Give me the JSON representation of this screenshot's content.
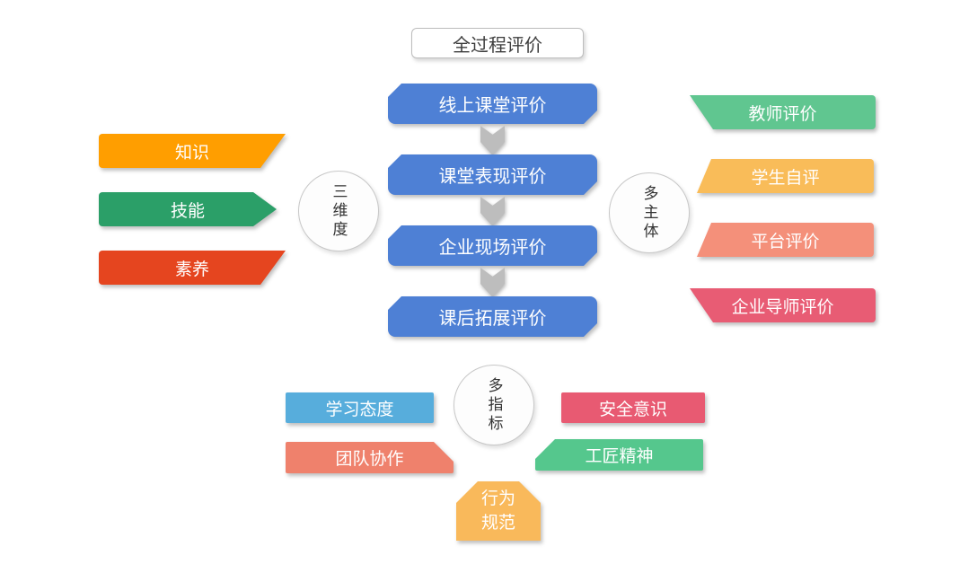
{
  "diagram": {
    "title": "全过程评价",
    "process": {
      "color": "#4E80D5",
      "steps": [
        "线上课堂评价",
        "课堂表现评价",
        "企业现场评价",
        "课后拓展评价"
      ]
    },
    "dimensions": {
      "circle": "三维度",
      "items": [
        {
          "label": "知识",
          "color": "#FF9E00"
        },
        {
          "label": "技能",
          "color": "#2B9F68"
        },
        {
          "label": "素养",
          "color": "#E5451F"
        }
      ]
    },
    "subjects": {
      "circle": "多主体",
      "items": [
        {
          "label": "教师评价",
          "color": "#60C690"
        },
        {
          "label": "学生自评",
          "color": "#F9BC59"
        },
        {
          "label": "平台评价",
          "color": "#F4907A"
        },
        {
          "label": "企业导师评价",
          "color": "#E85C74"
        }
      ]
    },
    "indicators": {
      "circle": "多指标",
      "items": [
        {
          "label": "学习态度",
          "color": "#57ADDC"
        },
        {
          "label": "安全意识",
          "color": "#E85A72"
        },
        {
          "label": "团队协作",
          "color": "#EF816C"
        },
        {
          "label": "工匠精神",
          "color": "#55C78D"
        },
        {
          "label": "行为\n规范",
          "color": "#F9B95B"
        }
      ]
    },
    "arrow_color": "#bdbdbd"
  }
}
